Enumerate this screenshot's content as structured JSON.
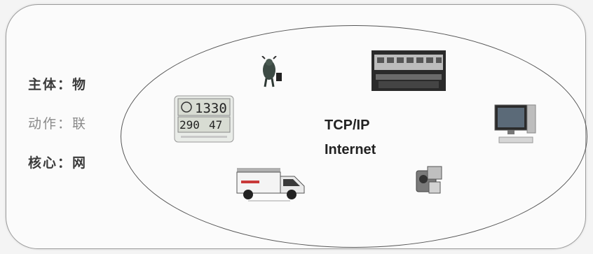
{
  "left_labels": {
    "subject": "主体：物",
    "action": "动作：联",
    "core": "核心：网"
  },
  "center": {
    "protocol": "TCP/IP",
    "network": "Internet"
  },
  "devices": {
    "clock_time": "1330",
    "clock_temp": "290",
    "clock_humidity": "47"
  },
  "icons": [
    "thermometer-clock-icon",
    "animal-tag-icon",
    "control-room-icon",
    "computer-icon",
    "ambulance-icon",
    "camera-icon"
  ]
}
